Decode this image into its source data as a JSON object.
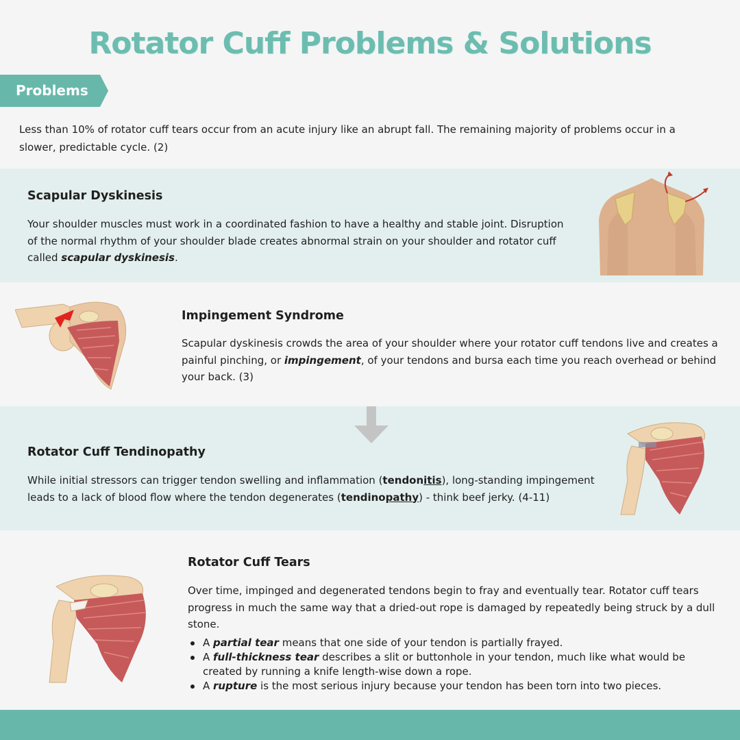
{
  "title": "Rotator Cuff Problems & Solutions",
  "tag": "Problems",
  "intro": "Less than 10% of rotator cuff tears occur from an acute injury like an abrupt fall. The remaining majority of problems occur in a slower, predictable cycle. (2)",
  "sections": [
    {
      "title": "Scapular Dyskinesis",
      "body_pre": "Your shoulder muscles must work in a coordinated fashion to have a healthy and stable joint. Disruption of the normal rhythm of your shoulder blade creates abnormal strain on your shoulder and rotator cuff called ",
      "body_em": "scapular dyskinesis",
      "body_post": "."
    },
    {
      "title": "Impingement Syndrome",
      "body_pre": "Scapular dyskinesis crowds the area of your shoulder where your rotator cuff tendons live and creates a painful pinching, or ",
      "body_em": "impingement",
      "body_post": ", of your tendons and bursa each time you reach overhead or behind your back. (3)"
    },
    {
      "title": "Rotator Cuff Tendinopathy",
      "body_1": "While initial stressors can trigger tendon swelling and inflammation (",
      "term_1_root": "tendon",
      "term_1_suffix": "itis",
      "body_2": "), long-standing impingement leads to a lack of blood flow where the tendon degenerates (",
      "term_2_root": "tendino",
      "term_2_suffix": "pathy",
      "body_3": ") - think beef jerky. (4-11)"
    },
    {
      "title": "Rotator Cuff Tears",
      "body": "Over time, impinged and degenerated tendons begin to fray and eventually tear. Rotator cuff tears progress in much the same way that a dried-out rope is damaged by repeatedly being struck by a dull stone.",
      "bullets": [
        {
          "pre": "A ",
          "em": "partial tear",
          "post": " means that one side of your tendon is partially frayed."
        },
        {
          "pre": "A ",
          "em": "full-thickness tear",
          "post": " describes a slit or buttonhole in your tendon, much like what would be created by running a knife length-wise down a rope."
        },
        {
          "pre": "A ",
          "em": "rupture",
          "post": " is the most serious injury because your tendon has been torn into two pieces."
        }
      ]
    }
  ],
  "colors": {
    "accent": "#67b8ab",
    "band": "#e3efee",
    "arrow": "#c4c4c4"
  }
}
